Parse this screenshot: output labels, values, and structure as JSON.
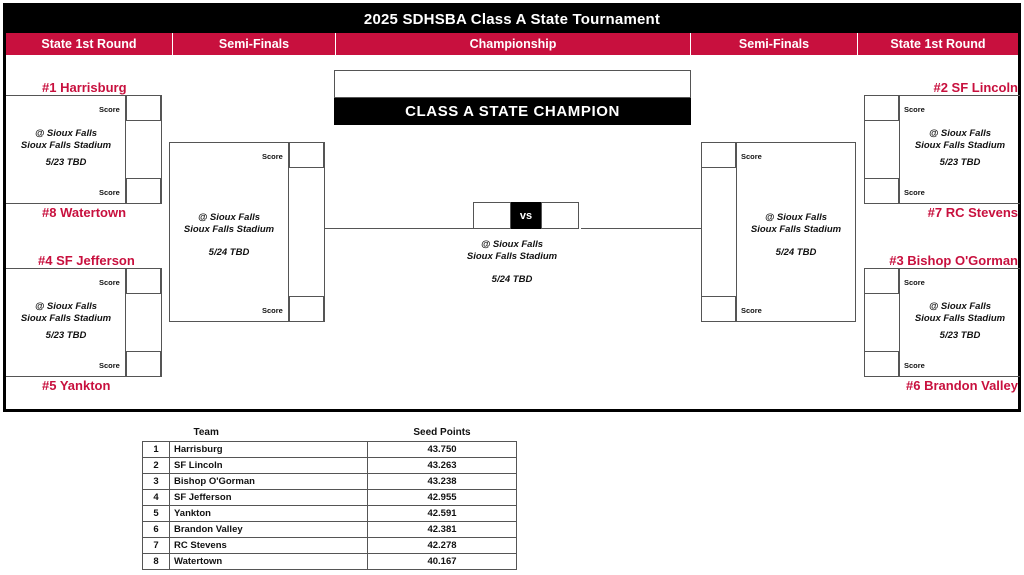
{
  "title": "2025 SDHSBA Class A State Tournament",
  "rounds": [
    {
      "label": "State 1st Round"
    },
    {
      "label": "Semi-Finals"
    },
    {
      "label": "Championship"
    },
    {
      "label": "Semi-Finals"
    },
    {
      "label": "State 1st Round"
    }
  ],
  "champion": {
    "label": "CLASS A STATE CHAMPION",
    "name": ""
  },
  "labels": {
    "score": "Score",
    "vs": "vs",
    "venue_line1": "@ Sioux Falls",
    "venue_line2": "Sioux Falls Stadium",
    "date_first_round": "5/23 TBD",
    "date_semifinal": "5/24 TBD",
    "date_final": "5/24 TBD"
  },
  "left": {
    "quarter_top": {
      "team_top": "#1 Harrisburg",
      "team_bottom": "#8 Watertown",
      "venue1": "@ Sioux Falls",
      "venue2": "Sioux Falls Stadium",
      "date": "5/23 TBD",
      "score_top": "",
      "score_bottom": ""
    },
    "quarter_bottom": {
      "team_top": "#4 SF Jefferson",
      "team_bottom": "#5 Yankton",
      "venue1": "@ Sioux Falls",
      "venue2": "Sioux Falls Stadium",
      "date": "5/23 TBD",
      "score_top": "",
      "score_bottom": ""
    },
    "semifinal": {
      "venue1": "@ Sioux Falls",
      "venue2": "Sioux Falls Stadium",
      "date": "5/24 TBD",
      "score_top": "",
      "score_bottom": ""
    }
  },
  "right": {
    "quarter_top": {
      "team_top": "#2 SF Lincoln",
      "team_bottom": "#7 RC Stevens",
      "venue1": "@ Sioux Falls",
      "venue2": "Sioux Falls Stadium",
      "date": "5/23 TBD",
      "score_top": "",
      "score_bottom": ""
    },
    "quarter_bottom": {
      "team_top": "#3 Bishop O'Gorman",
      "team_bottom": "#6 Brandon Valley",
      "venue1": "@ Sioux Falls",
      "venue2": "Sioux Falls Stadium",
      "date": "5/23 TBD",
      "score_top": "",
      "score_bottom": ""
    },
    "semifinal": {
      "venue1": "@ Sioux Falls",
      "venue2": "Sioux Falls Stadium",
      "date": "5/24 TBD",
      "score_top": "",
      "score_bottom": ""
    }
  },
  "final": {
    "venue1": "@ Sioux Falls",
    "venue2": "Sioux Falls Stadium",
    "date": "5/24 TBD",
    "score_left": "",
    "score_right": ""
  },
  "seed_table": {
    "headers": {
      "rank": "",
      "team": "Team",
      "points": "Seed Points"
    },
    "rows": [
      {
        "rank": "1",
        "team": "Harrisburg",
        "points": "43.750"
      },
      {
        "rank": "2",
        "team": "SF Lincoln",
        "points": "43.263"
      },
      {
        "rank": "3",
        "team": "Bishop O'Gorman",
        "points": "43.238"
      },
      {
        "rank": "4",
        "team": "SF Jefferson",
        "points": "42.955"
      },
      {
        "rank": "5",
        "team": "Yankton",
        "points": "42.591"
      },
      {
        "rank": "6",
        "team": "Brandon Valley",
        "points": "42.381"
      },
      {
        "rank": "7",
        "team": "RC Stevens",
        "points": "42.278"
      },
      {
        "rank": "8",
        "team": "Watertown",
        "points": "40.167"
      }
    ]
  },
  "colors": {
    "accent": "#C8103E",
    "header_bg": "#000000",
    "line": "#555555"
  }
}
